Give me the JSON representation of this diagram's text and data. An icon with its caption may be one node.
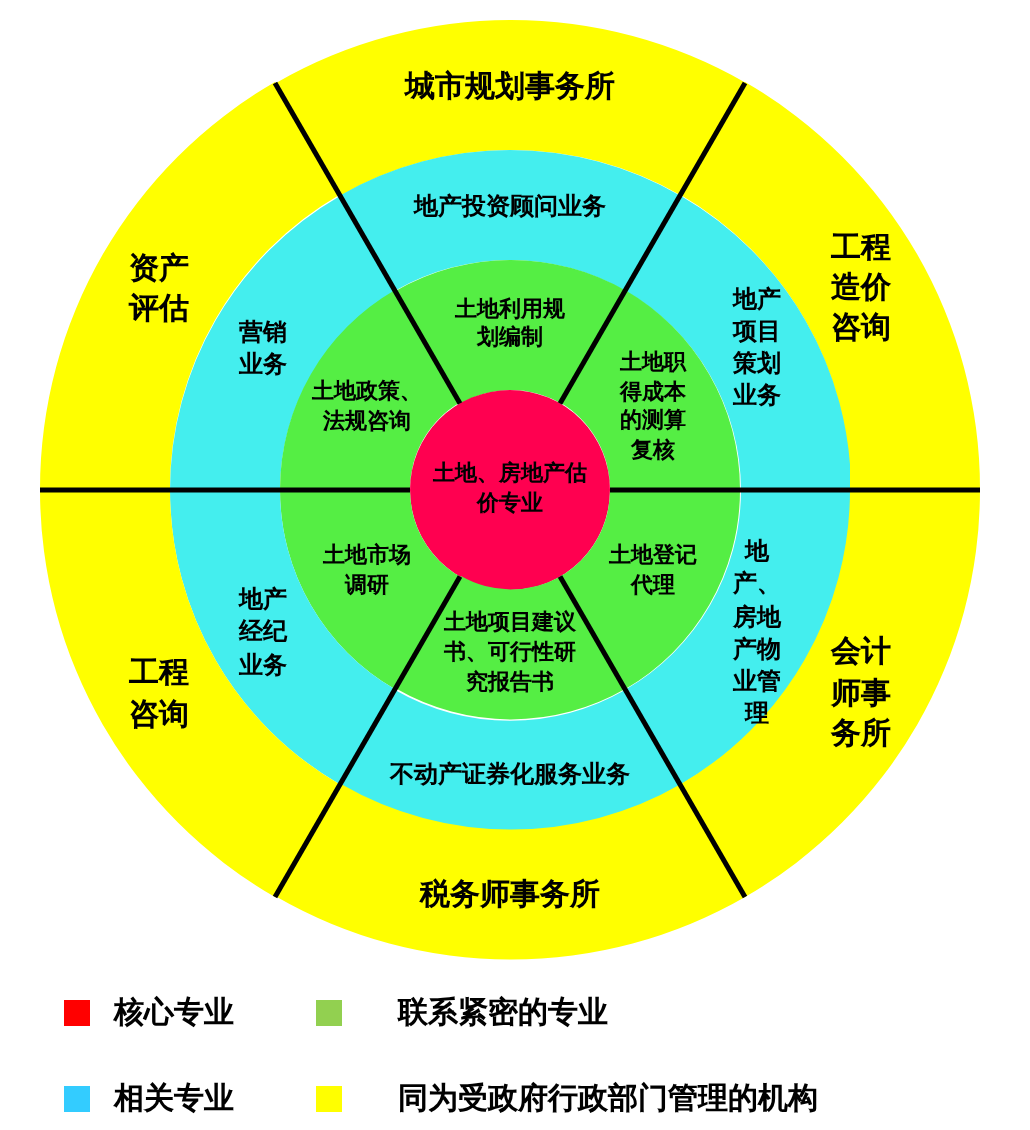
{
  "diagram": {
    "nodes": [
      {
        "text": [
          "城市规划事务所"
        ]
      },
      {
        "text": [
          "资产评估"
        ]
      },
      {
        "text": [
          "工程造价咨询"
        ]
      },
      {
        "text": [
          "地产投资顾问业务"
        ]
      },
      {
        "text": [
          "营销业务"
        ]
      },
      {
        "text": [
          "地产项目策划业务"
        ]
      },
      {
        "text": [
          "土地利用规划编制"
        ]
      },
      {
        "text": [
          "土地政策、法规咨询"
        ]
      },
      {
        "text": [
          "土地职得成本的测算复核"
        ]
      },
      {
        "text": [
          "土地、房地产估价专业"
        ]
      },
      {
        "text": [
          "土地市场调研"
        ]
      },
      {
        "text": [
          "土地登记代理"
        ]
      },
      {
        "text": [
          "地产经纪业务"
        ]
      },
      {
        "text": [
          "地产、房地产物业管理"
        ]
      },
      {
        "text": [
          "工程咨询"
        ]
      },
      {
        "text": [
          "会计师事务所"
        ]
      },
      {
        "text": [
          "土地项目建议书、可行性研究报告书"
        ]
      },
      {
        "text": [
          "不动产证券化服务业务"
        ]
      },
      {
        "text": [
          "税务师事务所"
        ]
      }
    ],
    "edges": [],
    "legend": [
      {
        "text": "核心专业",
        "color": "#ff0000"
      },
      {
        "text": "联系紧密的专业",
        "color": "#92d050"
      },
      {
        "text": "相关专业",
        "color": "#33ccff"
      },
      {
        "text": "同为受政府行政部门管理的机构",
        "color": "#ffff00"
      }
    ]
  }
}
